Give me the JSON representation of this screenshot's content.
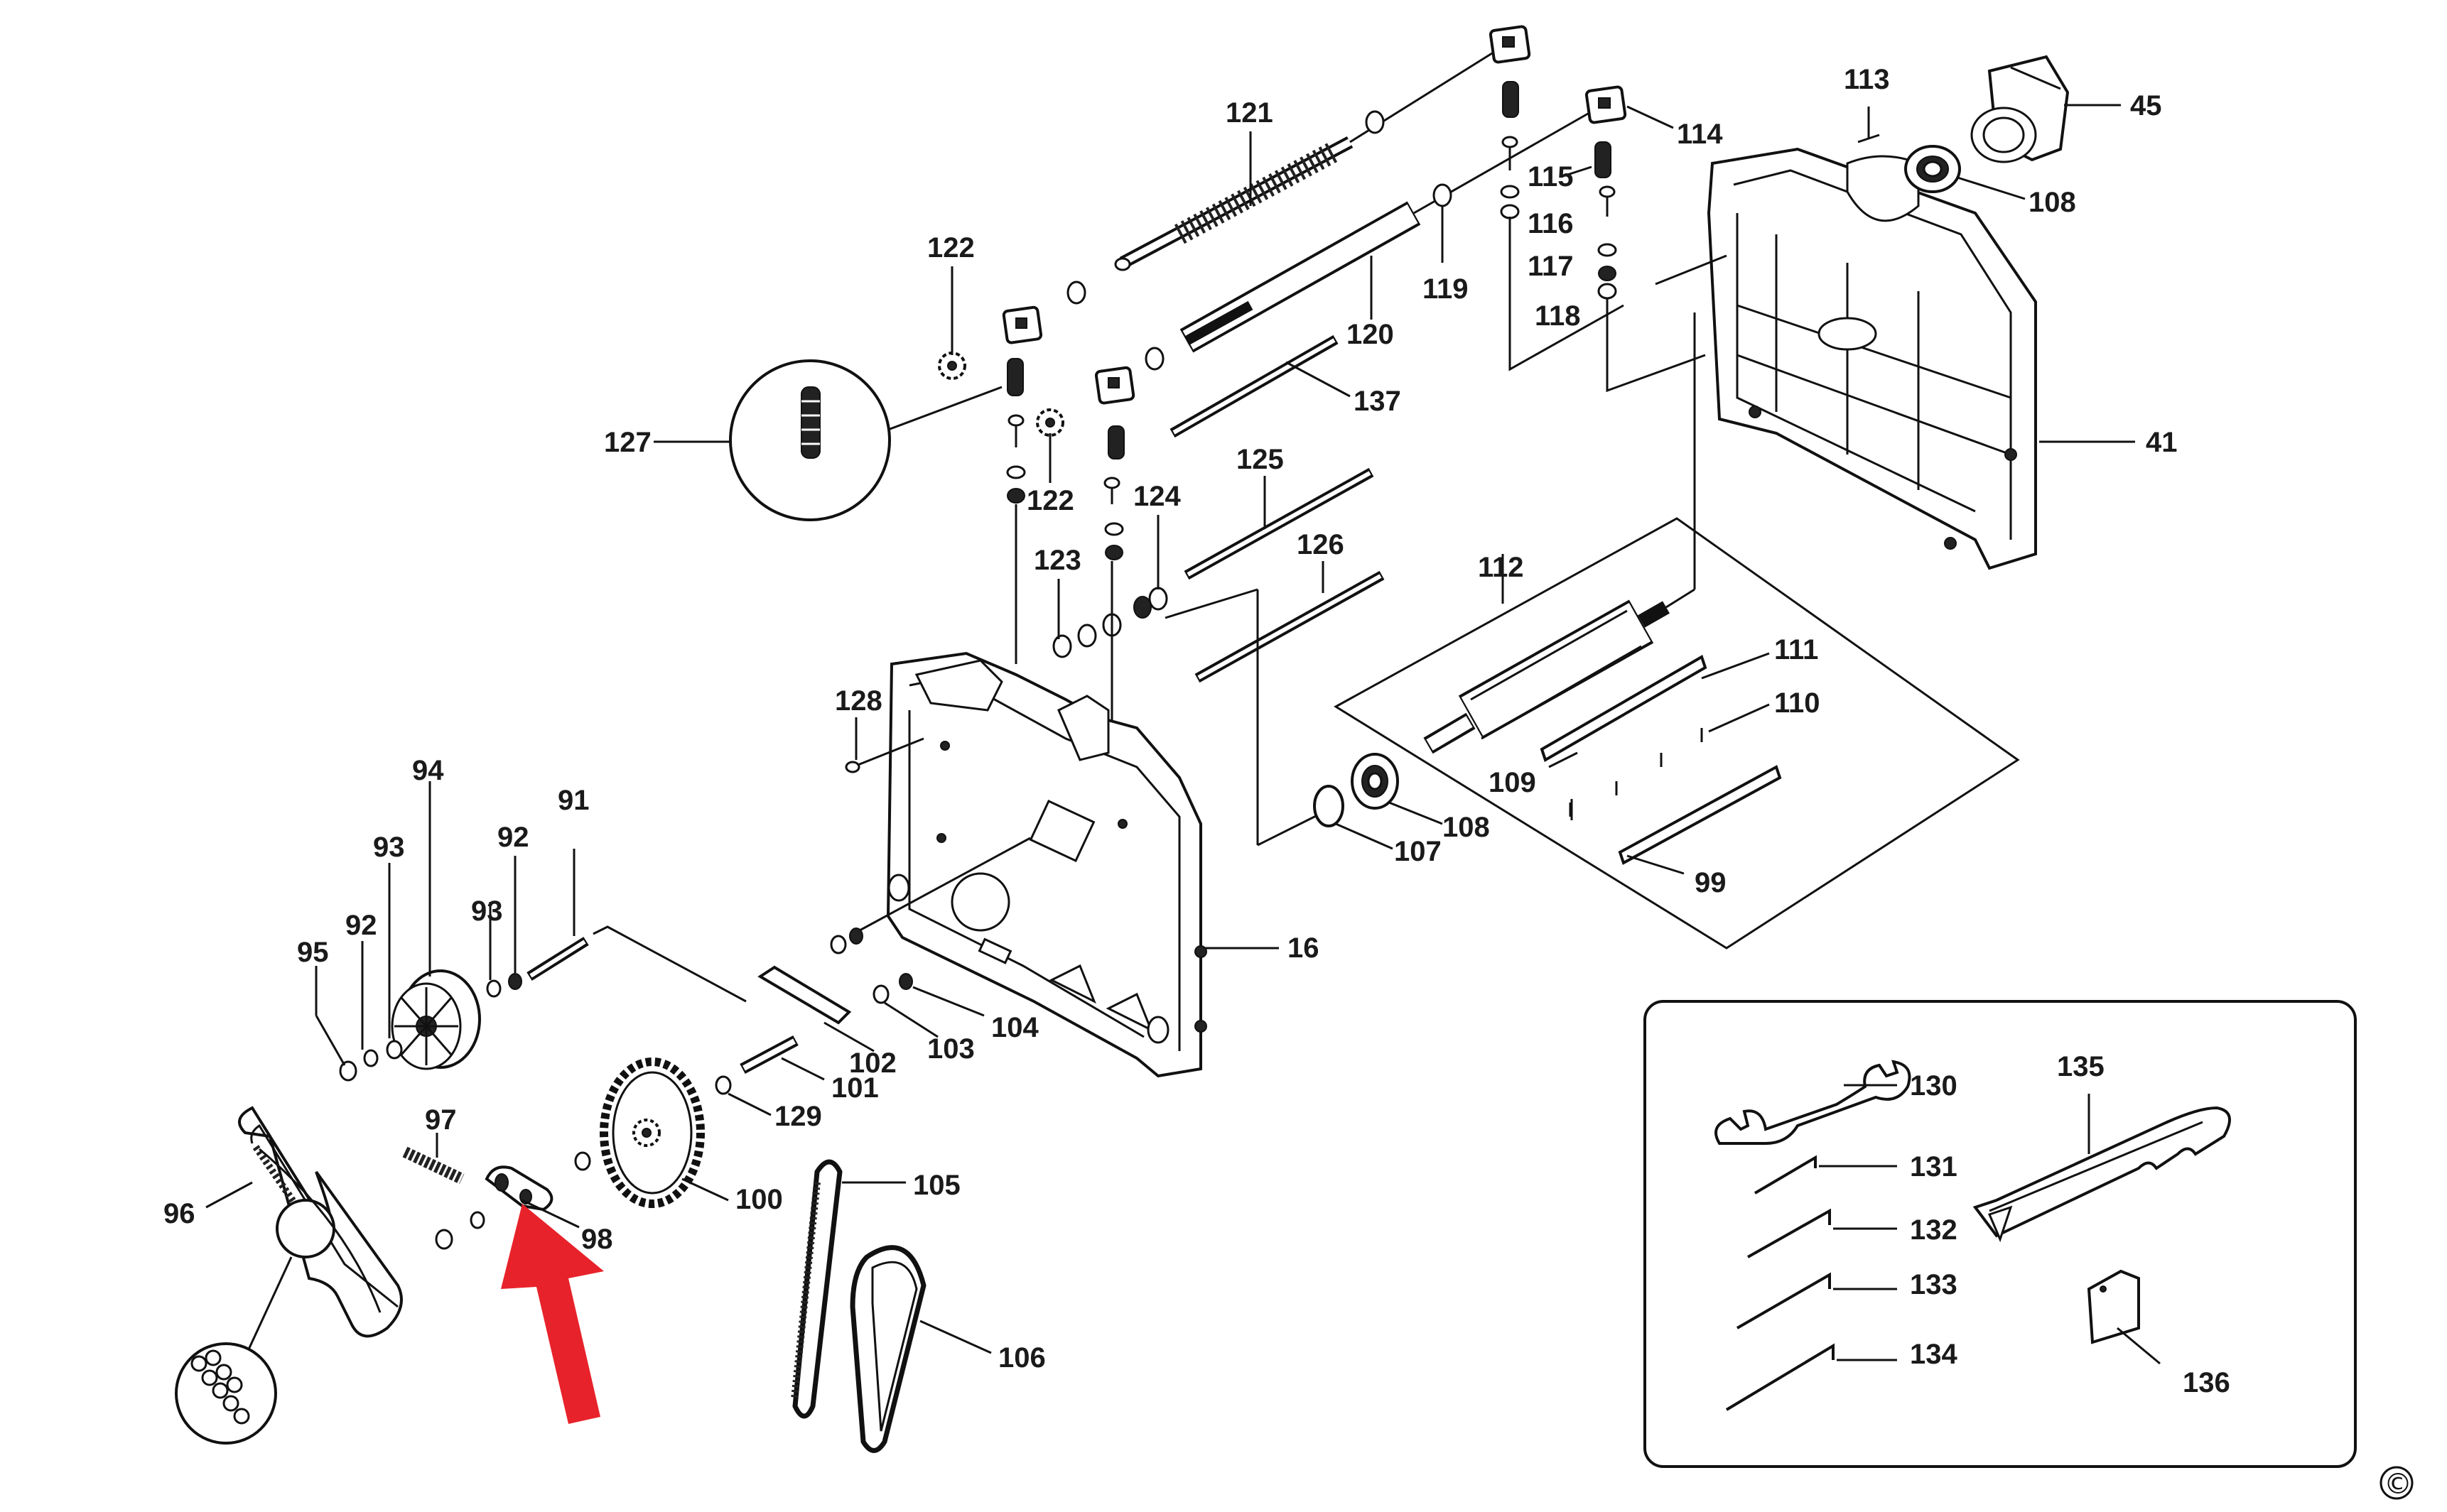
{
  "labels": {
    "p16": "16",
    "p41": "41",
    "p45": "45",
    "p91": "91",
    "p92a": "92",
    "p92b": "92",
    "p93a": "93",
    "p93b": "93",
    "p94": "94",
    "p95": "95",
    "p96": "96",
    "p97": "97",
    "p98": "98",
    "p99": "99",
    "p100": "100",
    "p101": "101",
    "p102": "102",
    "p103": "103",
    "p104": "104",
    "p105": "105",
    "p106": "106",
    "p107": "107",
    "p108a": "108",
    "p108b": "108",
    "p109": "109",
    "p110": "110",
    "p111": "111",
    "p112": "112",
    "p113": "113",
    "p114": "114",
    "p115": "115",
    "p116": "116",
    "p117": "117",
    "p118": "118",
    "p119": "119",
    "p120": "120",
    "p121": "121",
    "p122a": "122",
    "p122b": "122",
    "p123": "123",
    "p124": "124",
    "p125": "125",
    "p126": "126",
    "p127": "127",
    "p128": "128",
    "p129": "129",
    "p130": "130",
    "p131": "131",
    "p132": "132",
    "p133": "133",
    "p134": "134",
    "p135": "135",
    "p136": "136",
    "p137": "137"
  },
  "copyright_symbol": "©",
  "highlight_arrow": {
    "color": "#e8222a",
    "points_to": "98"
  }
}
